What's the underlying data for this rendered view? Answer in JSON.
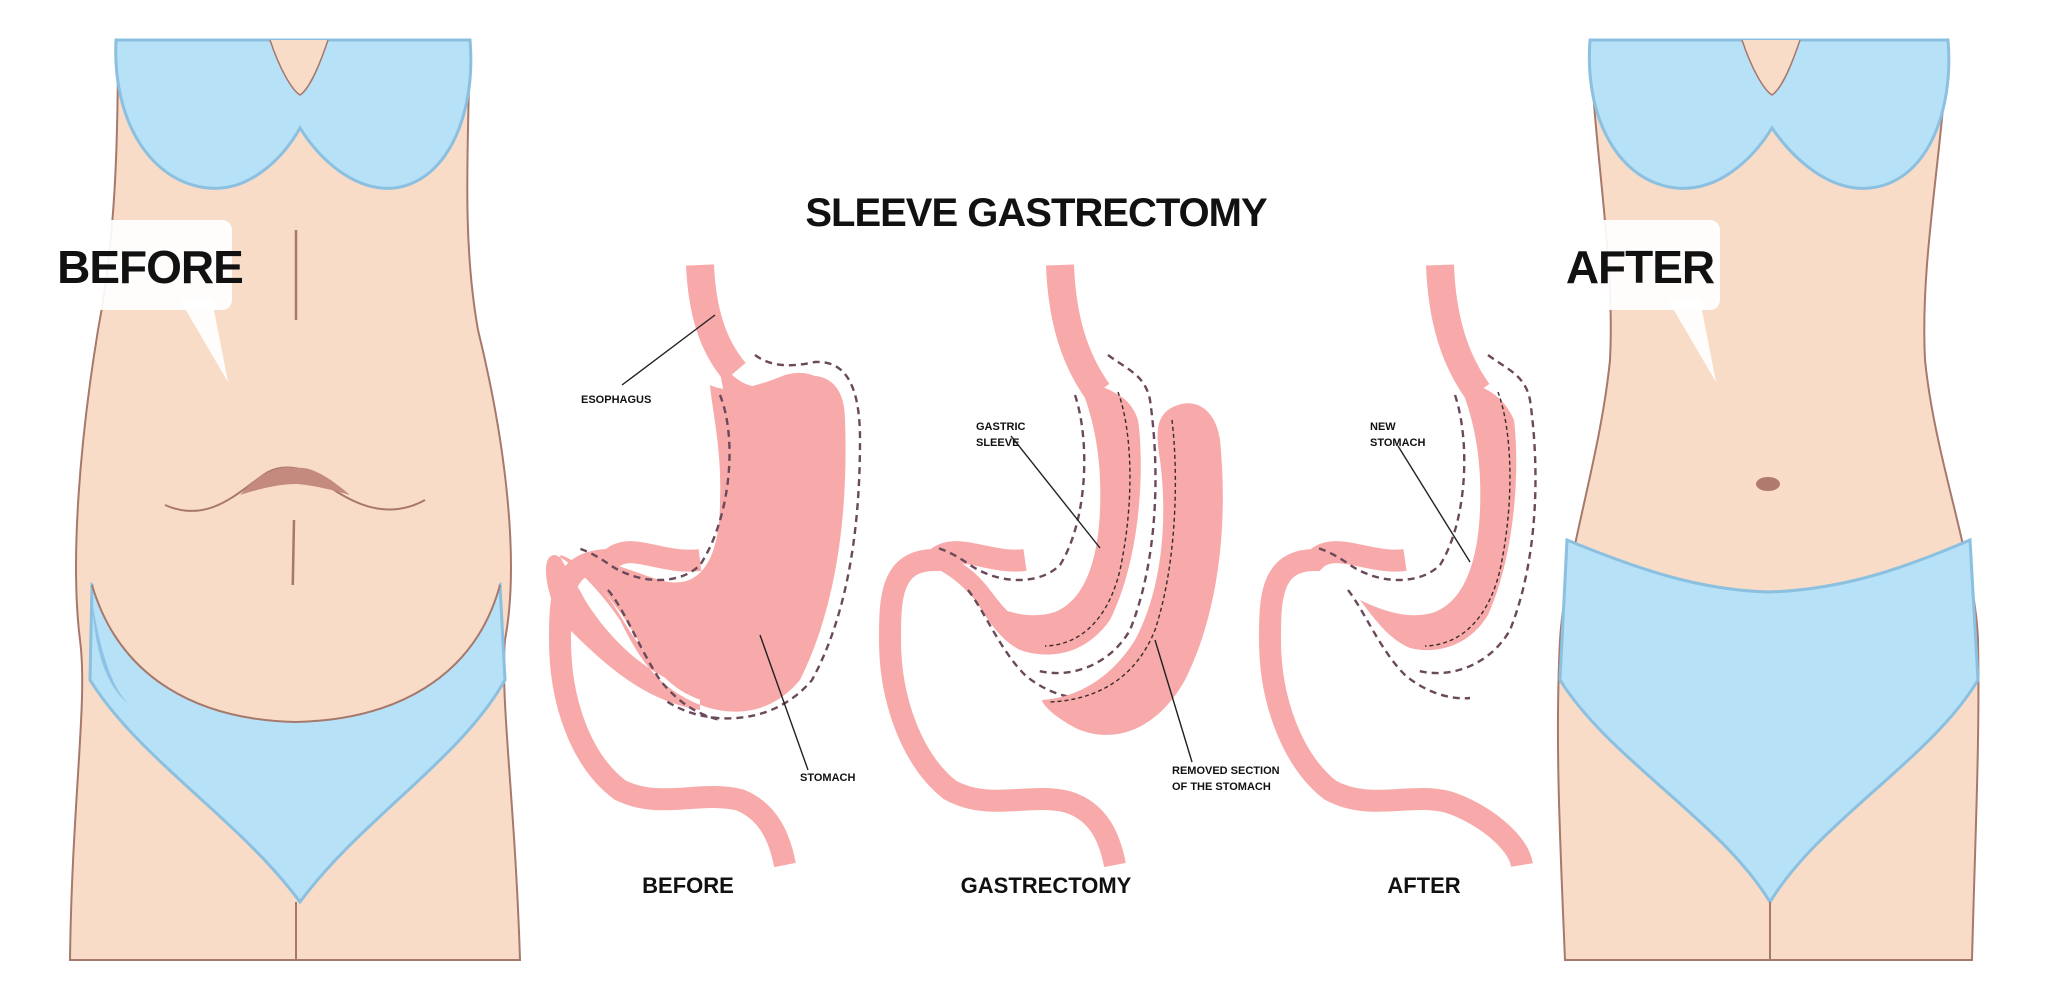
{
  "title": "SLEEVE GASTRECTOMY",
  "left_figure": {
    "bubble": "BEFORE"
  },
  "right_figure": {
    "bubble": "AFTER"
  },
  "panels": [
    {
      "caption": "BEFORE",
      "labels": {
        "esophagus": "ESOPHAGUS",
        "stomach": "STOMACH"
      }
    },
    {
      "caption": "GASTRECTOMY",
      "labels": {
        "gastric_line1": "GASTRIC",
        "gastric_line2": "SLEEVE",
        "removed_line1": "REMOVED SECTION",
        "removed_line2": "OF THE STOMACH"
      }
    },
    {
      "caption": "AFTER",
      "labels": {
        "new_line1": "NEW",
        "new_line2": "STOMACH"
      }
    }
  ],
  "colors": {
    "skin": "#f9dcc8",
    "clothing": "#b6e1f6",
    "organ": "#f7aaa9",
    "outline": "#a7786c"
  }
}
